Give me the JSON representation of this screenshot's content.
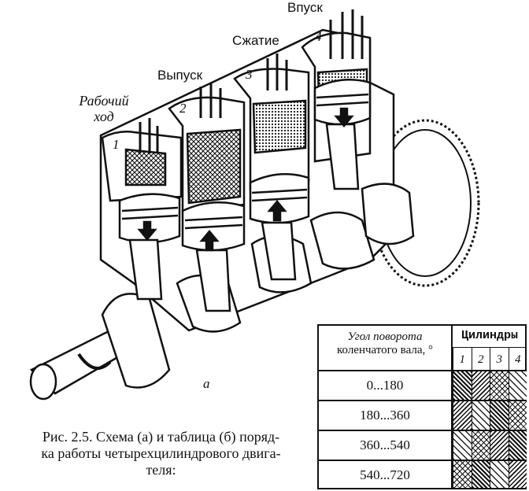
{
  "labels": {
    "cylinder1": "Рабочий ход",
    "cylinder1_line1": "Рабочий",
    "cylinder1_line2": "ход",
    "cylinder2": "Выпуск",
    "cylinder3": "Сжатие",
    "cylinder4": "Впуск",
    "num1": "1",
    "num2": "2",
    "num3": "3",
    "num4": "4",
    "sub_a": "а"
  },
  "table": {
    "header_angle_line1": "Угол поворота",
    "header_angle_line2": "коленчатого вала, °",
    "header_cylinders": "Цилиндры",
    "cylinder_numbers": [
      "1",
      "2",
      "3",
      "4"
    ],
    "rows": [
      {
        "angle": "0...180",
        "strokes": [
          "work",
          "exhaust",
          "compression",
          "intake"
        ]
      },
      {
        "angle": "180...360",
        "strokes": [
          "exhaust",
          "intake",
          "work",
          "compression"
        ]
      },
      {
        "angle": "360...540",
        "strokes": [
          "intake",
          "compression",
          "exhaust",
          "work"
        ]
      },
      {
        "angle": "540...720",
        "strokes": [
          "compression",
          "work",
          "intake",
          "exhaust"
        ]
      }
    ]
  },
  "caption": {
    "line1": "Рис. 2.5. Схема (а) и таблица (б) поряд-",
    "line2": "ка работы четырехцилиндрового двига-",
    "line3": "теля:"
  }
}
